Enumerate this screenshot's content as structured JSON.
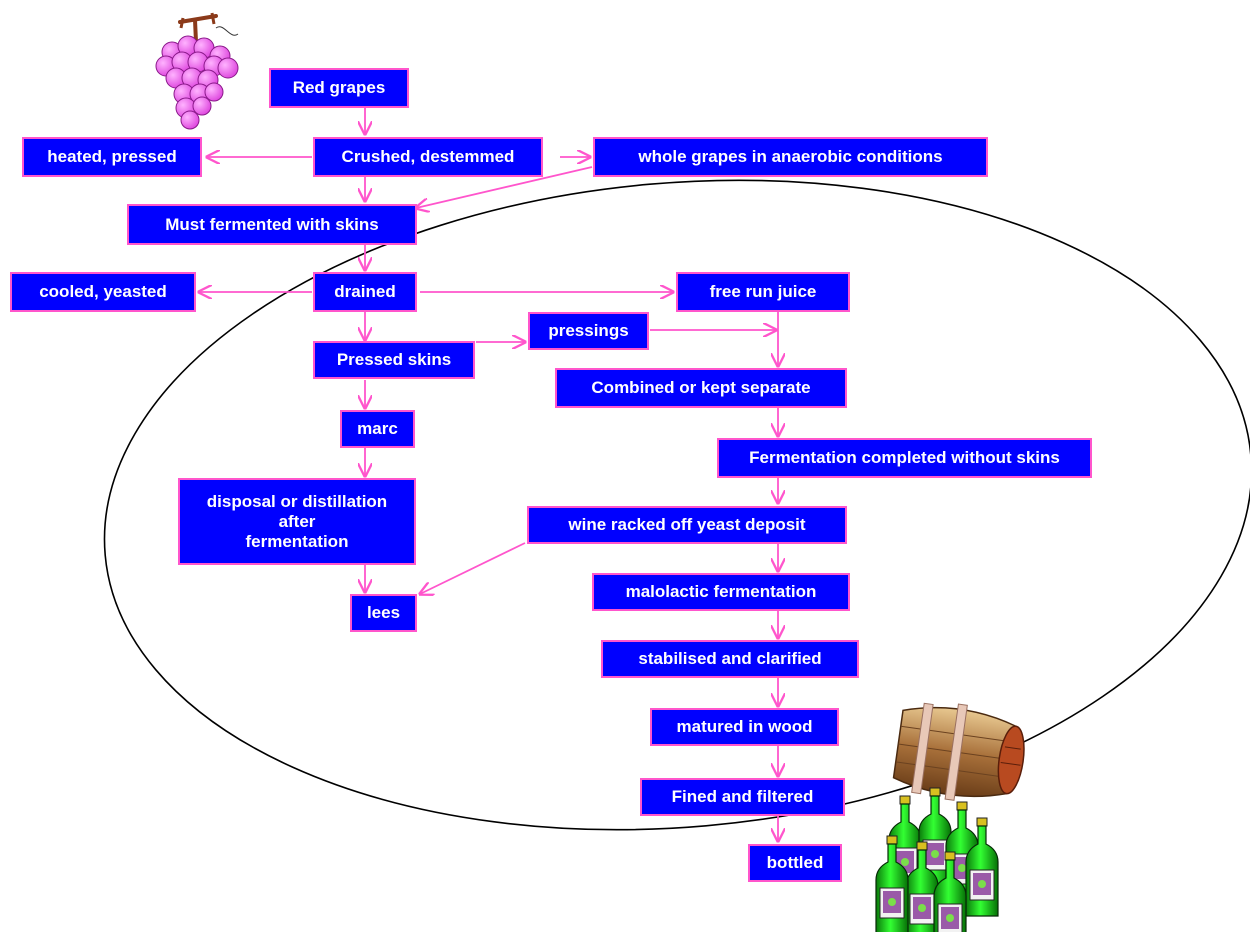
{
  "colors": {
    "box_fill": "#0000ff",
    "box_border": "#ff55cc",
    "box_text": "#ffffff",
    "arrow": "#ff55cc",
    "ellipse": "#000000"
  },
  "icons": {
    "grapes": "grapes-icon",
    "barrel": "barrel-icon",
    "bottles": "wine-bottles-icon"
  },
  "nodes": {
    "red_grapes": "Red grapes",
    "crushed": "Crushed, destemmed",
    "heated": "heated, pressed",
    "whole_grapes": "whole grapes in anaerobic conditions",
    "must": "Must fermented with skins",
    "cooled": "cooled, yeasted",
    "drained": "drained",
    "free_run": "free run juice",
    "pressings": "pressings",
    "pressed_skins": "Pressed skins",
    "combined": "Combined or kept separate",
    "marc": "marc",
    "fermentation_completed": "Fermentation completed without skins",
    "disposal": "disposal or distillation\nafter\nfermentation",
    "racked": "wine racked off yeast deposit",
    "lees": "lees",
    "malolactic": "malolactic fermentation",
    "stabilised": "stabilised and clarified",
    "matured": "matured in wood",
    "fined": "Fined and  filtered",
    "bottled": "bottled"
  }
}
